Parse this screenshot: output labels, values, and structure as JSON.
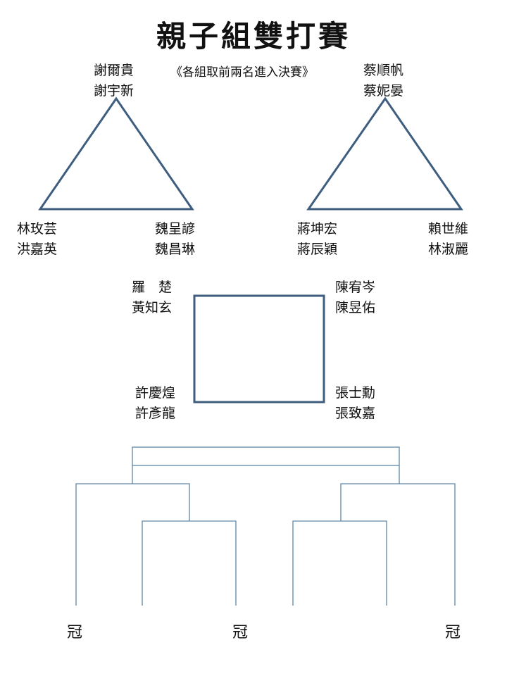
{
  "title": "親子組雙打賽",
  "note": "《各組取前兩名進入決賽》",
  "group_a": {
    "top": [
      "謝爾貴",
      "謝宇新"
    ],
    "bottom_left": [
      "林玫芸",
      "洪嘉英"
    ],
    "bottom_right": [
      "魏呈諺",
      "魏昌琳"
    ]
  },
  "group_b": {
    "top": [
      "蔡順帆",
      "蔡妮晏"
    ],
    "bottom_left": [
      "蔣坤宏",
      "蔣辰穎"
    ],
    "bottom_right": [
      "賴世維",
      "林淑麗"
    ]
  },
  "group_c": {
    "top_left": [
      "羅　楚",
      "黃知玄"
    ],
    "top_right": [
      "陳宥岑",
      "陳昱佑"
    ],
    "bottom_left": [
      "許慶煌",
      "許彥龍"
    ],
    "bottom_right": [
      "張士勳",
      "張致嘉"
    ]
  },
  "bracket": {
    "champion_labels": [
      "冠",
      "冠",
      "冠"
    ]
  },
  "colors": {
    "shape_stroke": "#3f5e7f",
    "bracket_stroke": "#5f87a8"
  }
}
